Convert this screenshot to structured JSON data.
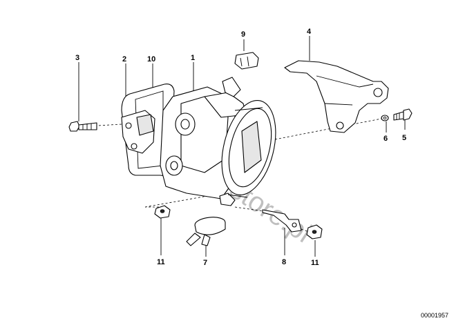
{
  "diagram": {
    "callouts": {
      "c1": "1",
      "c2": "2",
      "c3": "3",
      "c4": "4",
      "c5": "5",
      "c6": "6",
      "c7": "7",
      "c8": "8",
      "c9": "9",
      "c10": "10",
      "c11a": "11",
      "c11b": "11"
    },
    "part_number": "00001957",
    "watermark": "BMWstore.pl"
  }
}
